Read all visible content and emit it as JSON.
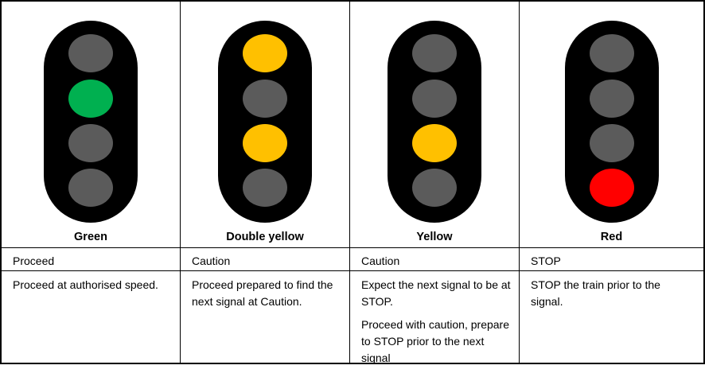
{
  "lamp_colors": {
    "off": "#5b5b5b",
    "green": "#00b050",
    "yellow": "#ffc000",
    "red": "#ff0000"
  },
  "aspects": [
    {
      "name": "Green",
      "meaning": "Proceed",
      "lamps": [
        "off",
        "green",
        "off",
        "off"
      ],
      "description": [
        "Proceed at authorised speed."
      ]
    },
    {
      "name": "Double yellow",
      "meaning": "Caution",
      "lamps": [
        "yellow",
        "off",
        "yellow",
        "off"
      ],
      "description": [
        "Proceed prepared to find the next signal at Caution."
      ]
    },
    {
      "name": "Yellow",
      "meaning": "Caution",
      "lamps": [
        "off",
        "off",
        "yellow",
        "off"
      ],
      "description": [
        "Expect the next signal to be at STOP.",
        "Proceed with caution, prepare to STOP prior to the next signal"
      ]
    },
    {
      "name": "Red",
      "meaning": "STOP",
      "lamps": [
        "off",
        "off",
        "off",
        "red"
      ],
      "description": [
        "STOP the train prior to the signal."
      ]
    }
  ]
}
